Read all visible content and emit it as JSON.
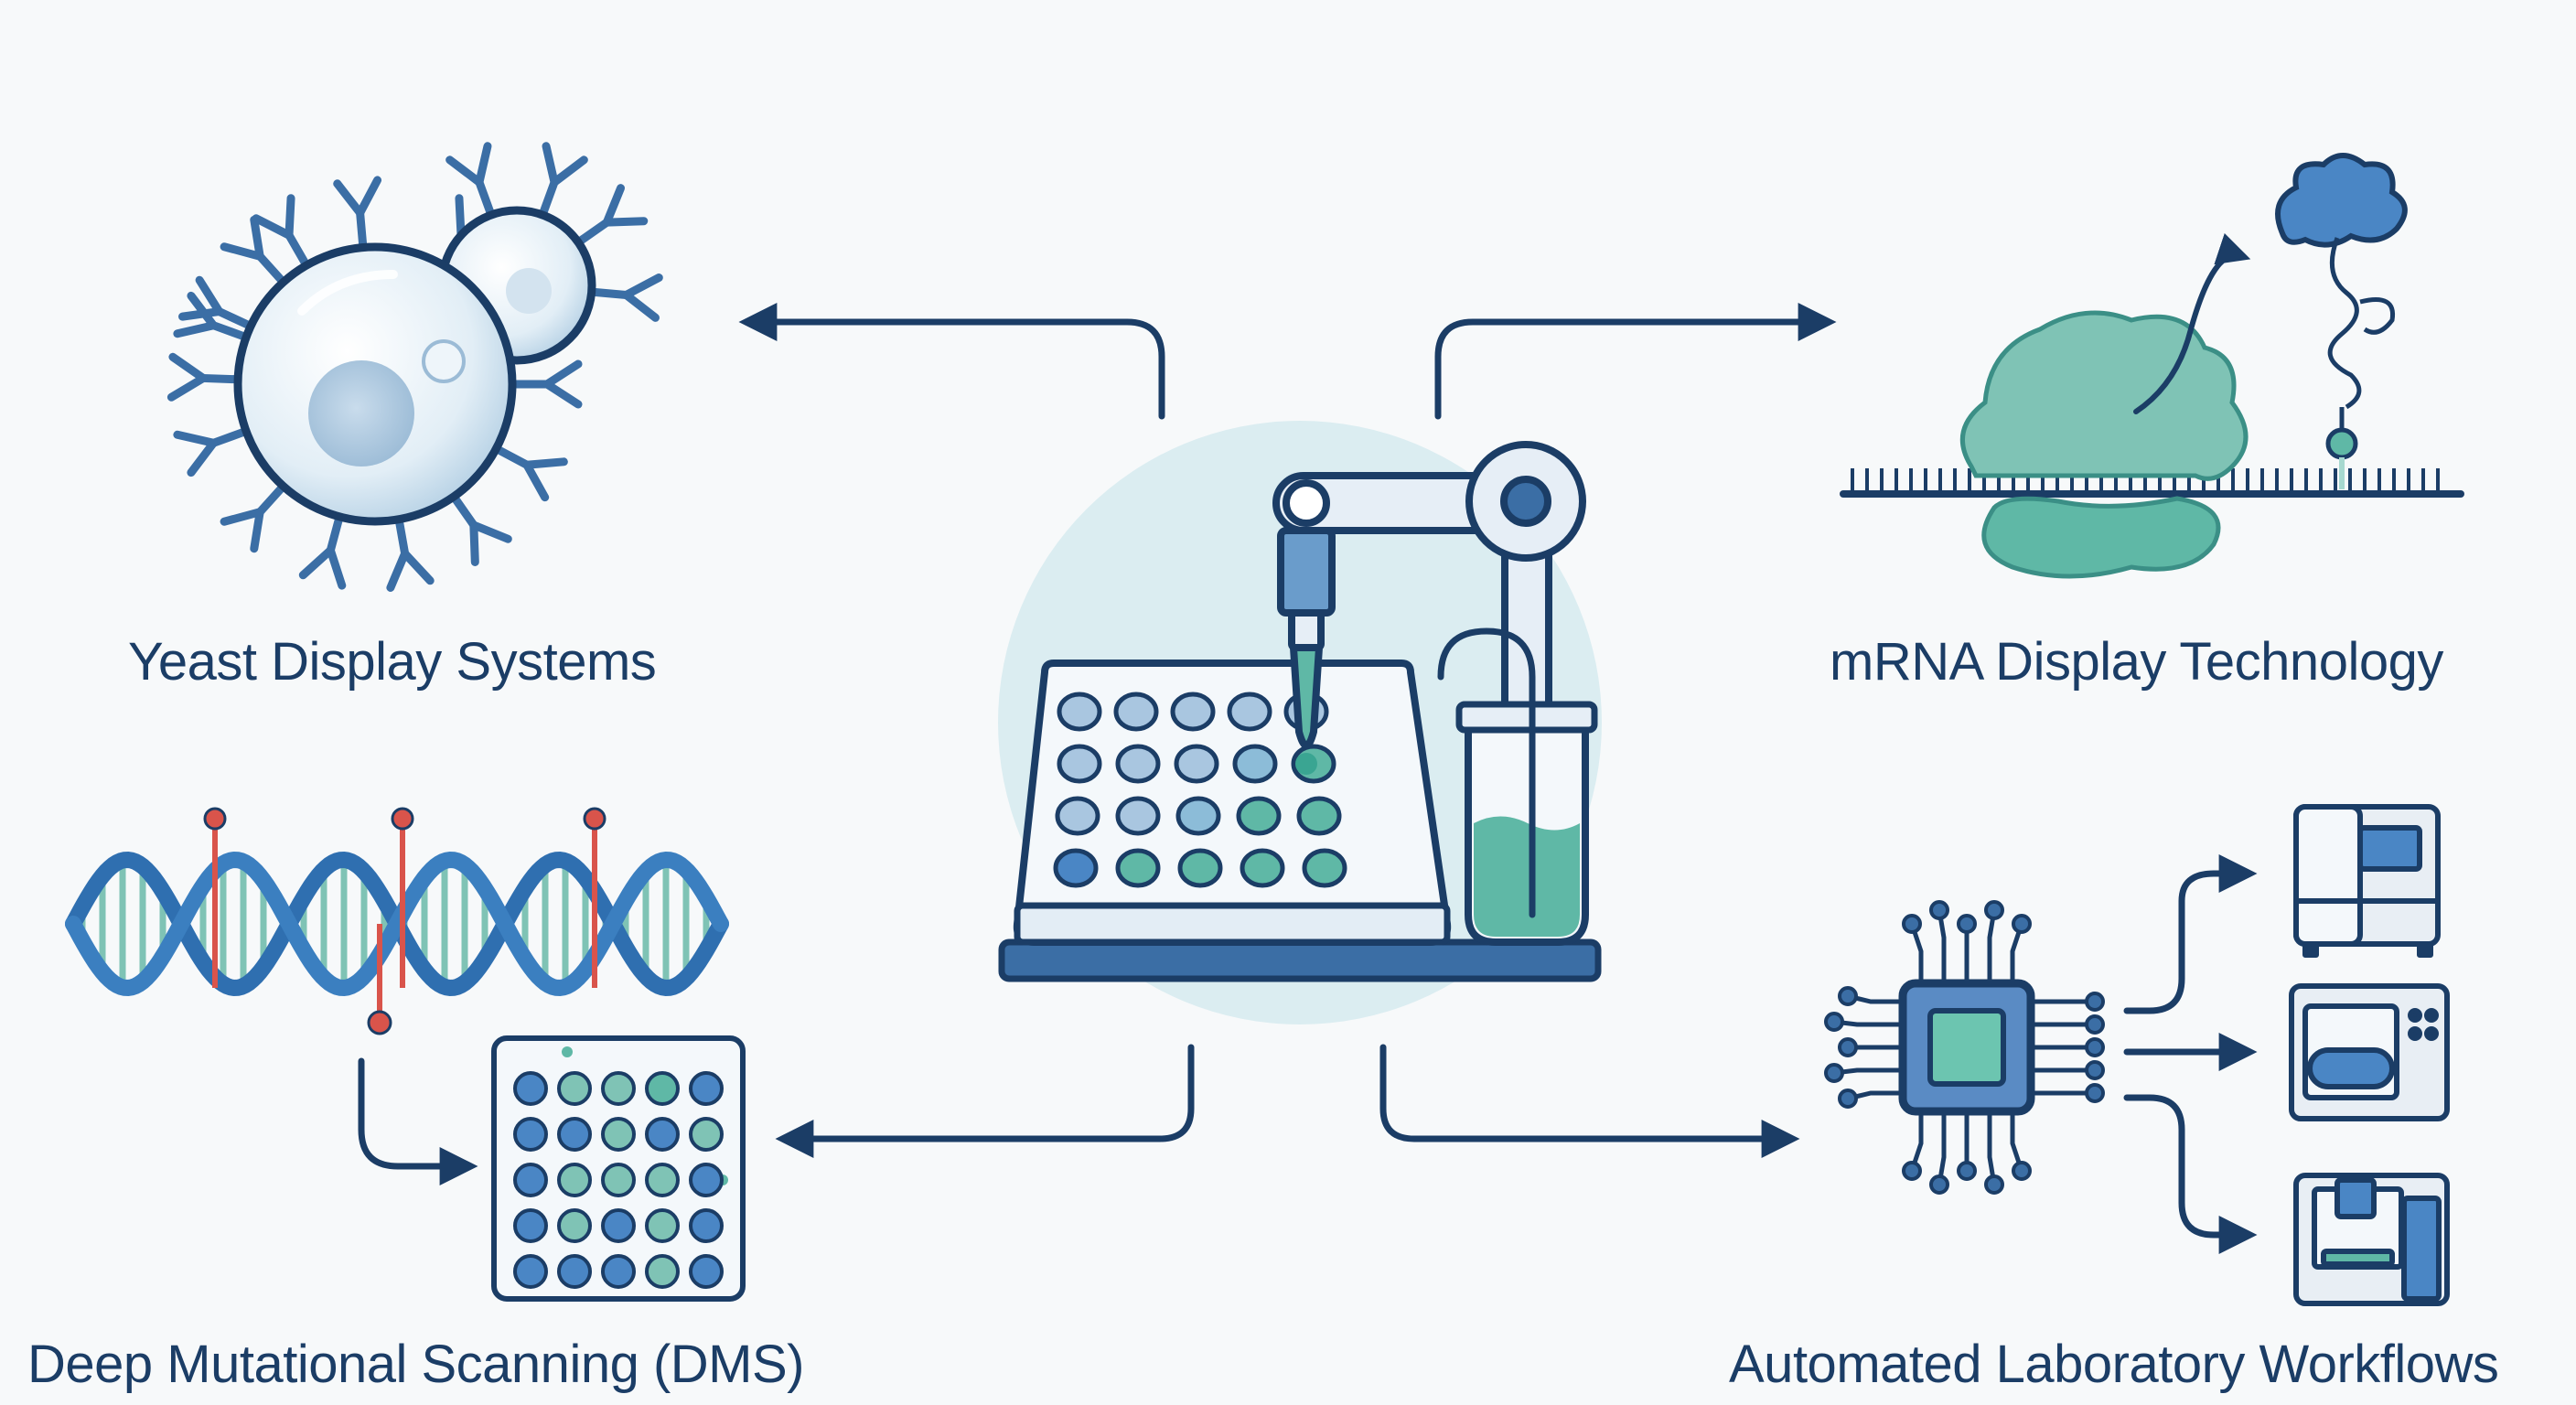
{
  "labels": {
    "yeast": "Yeast Display Systems",
    "mrna": "mRNA Display Technology",
    "dms": "Deep Mutational Scanning (DMS)",
    "automation": "Automated Laboratory Workflows"
  },
  "icons": {
    "center": "lab-robot-well-plate-icon",
    "yeast": "yeast-cell-icon",
    "mrna": "ribosome-mrna-icon",
    "dms": "dna-helix-icon",
    "dms_grid": "mutation-grid-icon",
    "automation": "processor-chip-icon",
    "instruments": [
      "sequencer-icon",
      "plate-reader-icon",
      "liquid-handler-icon"
    ]
  },
  "colors": {
    "navy": "#1b3d66",
    "blue": "#3b6ea5",
    "teal": "#5fb8a6",
    "light_blue": "#a9c6e0",
    "red": "#d9544b",
    "circle": "#dbedf1"
  }
}
